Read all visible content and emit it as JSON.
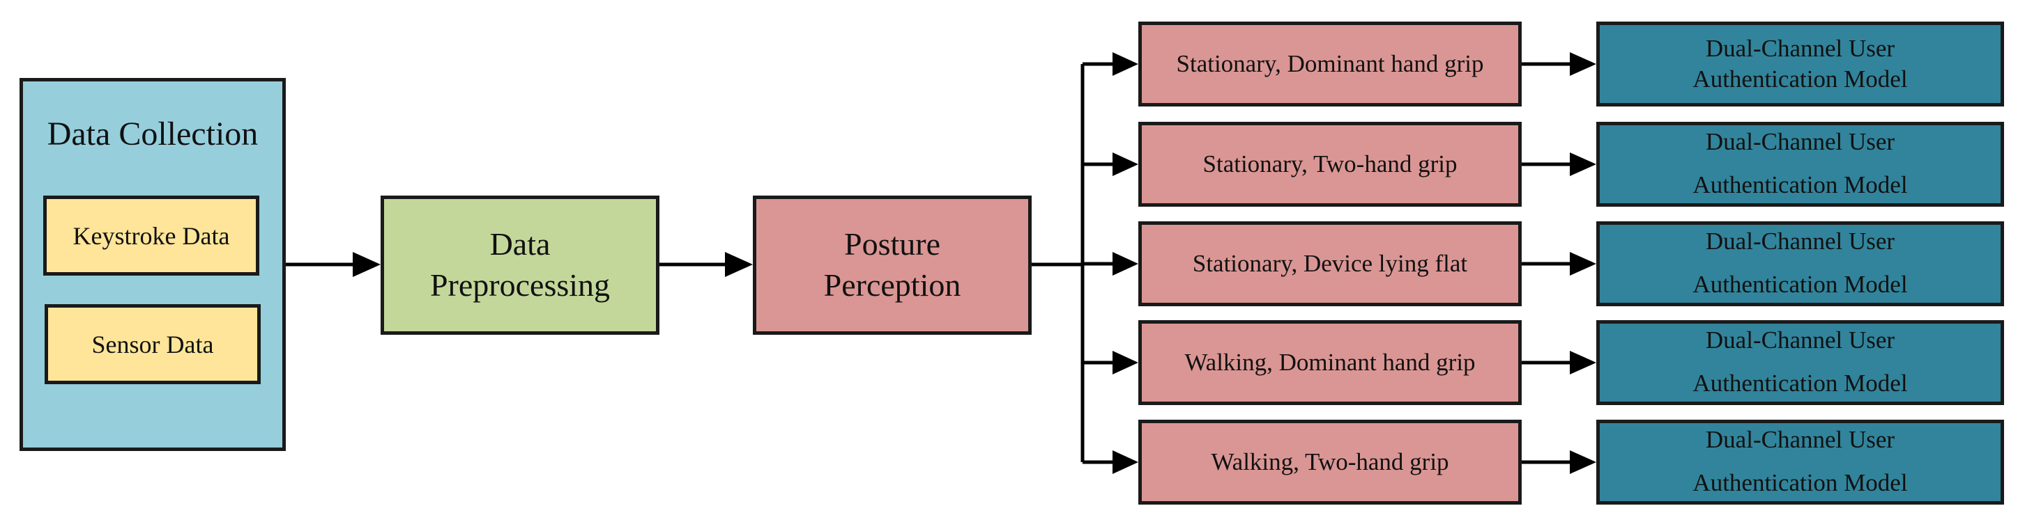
{
  "colors": {
    "data_collection_fill": "#96CEDC",
    "input_fill": "#FFE599",
    "preprocessing_fill": "#C4D79B",
    "posture_fill": "#DA9694",
    "condition_fill": "#DA9694",
    "auth_fill": "#31849B",
    "line": "#000000"
  },
  "data_collection": {
    "title": "Data Collection",
    "keystroke": "Keystroke Data",
    "sensor": "Sensor Data"
  },
  "preprocessing": {
    "line1": "Data",
    "line2": "Preprocessing"
  },
  "posture": {
    "line1": "Posture",
    "line2": "Perception"
  },
  "conditions": [
    "Stationary, Dominant hand grip",
    "Stationary, Two-hand grip",
    "Stationary, Device lying flat",
    "Walking, Dominant hand grip",
    "Walking, Two-hand grip"
  ],
  "auth_models": [
    {
      "line1": "Dual-Channel User",
      "line2": "Authentication Model"
    },
    {
      "line1": "Dual-Channel User",
      "line2": "Authentication Model"
    },
    {
      "line1": "Dual-Channel User",
      "line2": "Authentication Model"
    },
    {
      "line1": "Dual-Channel User",
      "line2": "Authentication Model"
    },
    {
      "line1": "Dual-Channel User",
      "line2": "Authentication Model"
    }
  ]
}
